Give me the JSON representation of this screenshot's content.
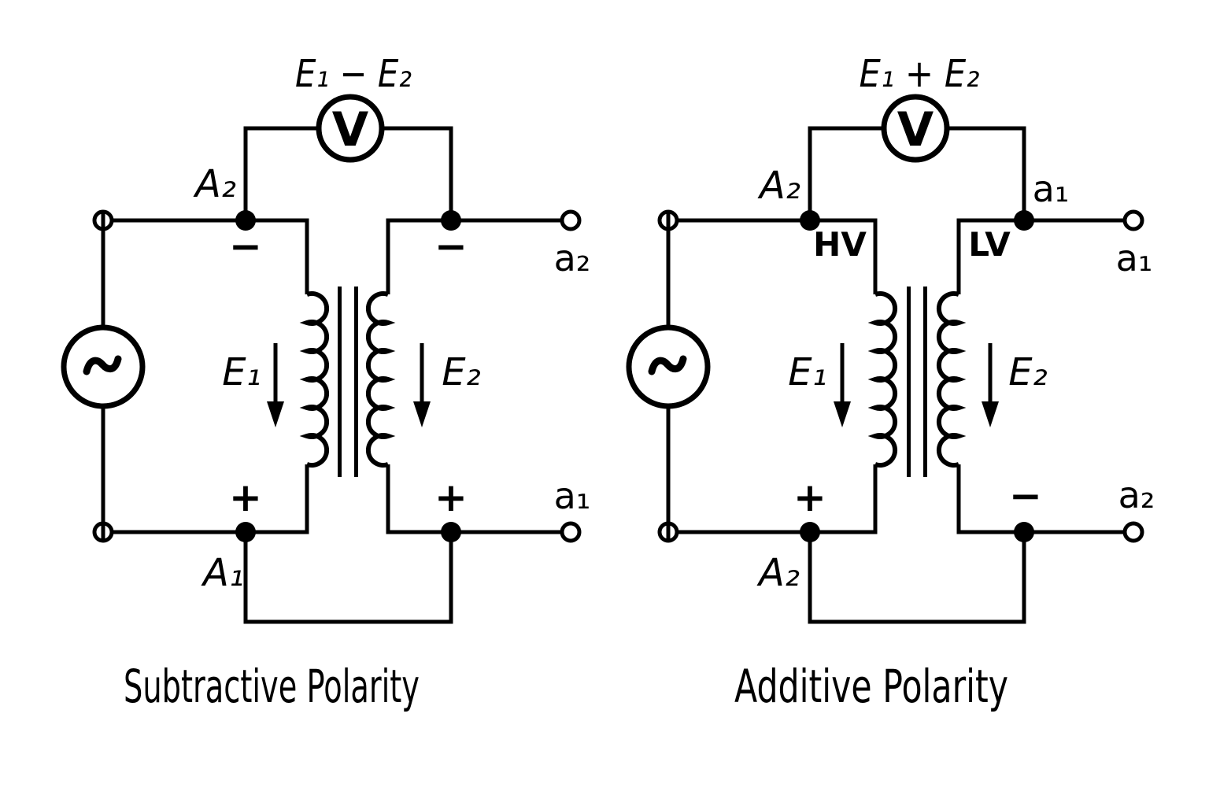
{
  "figure": {
    "ink_color": "#000000",
    "background_color": "#ffffff"
  },
  "left": {
    "caption": "Subtractive Polarity",
    "meter": {
      "reading_label": "E₁ − E₂",
      "symbol": "V"
    },
    "source": {
      "type": "ac-sine-source"
    },
    "labels": {
      "top_terminal": "A₂",
      "top_primary_polarity": "−",
      "top_secondary_polarity": "−",
      "secondary_top_lead": "a₂",
      "primary_emf": "E₁",
      "secondary_emf": "E₂",
      "bottom_primary_polarity": "+",
      "bottom_secondary_polarity": "+",
      "bottom_terminal": "A₁",
      "secondary_bottom_lead": "a₁"
    }
  },
  "right": {
    "caption": "Additive Polarity",
    "meter": {
      "reading_label": "E₁ + E₂",
      "symbol": "V"
    },
    "source": {
      "type": "ac-sine-source"
    },
    "labels": {
      "top_terminal": "A₂",
      "secondary_top_terminal": "a₁",
      "primary_winding": "HV",
      "secondary_winding": "LV",
      "secondary_top_lead": "a₁",
      "primary_emf": "E₁",
      "secondary_emf": "E₂",
      "bottom_primary_polarity": "+",
      "bottom_secondary_polarity": "−",
      "bottom_terminal": "A₂",
      "secondary_bottom_lead": "a₂"
    }
  }
}
